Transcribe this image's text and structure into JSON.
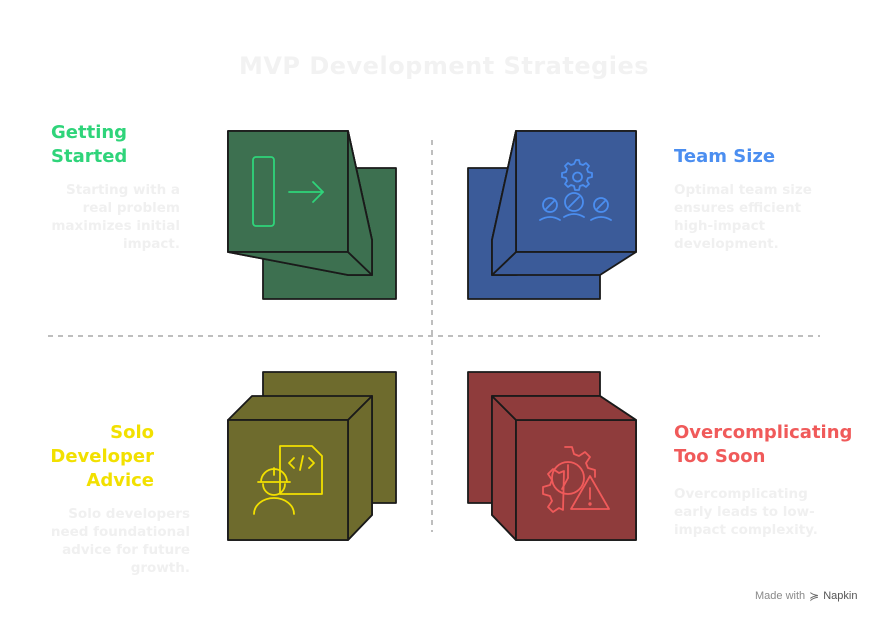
{
  "title": "MVP Development Strategies",
  "quadrants": [
    {
      "heading_lines": [
        "Getting",
        "Started"
      ],
      "description_lines": [
        "Starting with a",
        "real problem",
        "maximizes initial",
        "impact."
      ],
      "color": "#3d7050",
      "accent": "#2fd47a",
      "icon": "enter-icon"
    },
    {
      "heading_lines": [
        "Team Size"
      ],
      "description_lines": [
        "Optimal team size",
        "ensures efficient",
        "high-impact",
        "development."
      ],
      "color": "#3b5b99",
      "accent": "#4b8ef0",
      "icon": "team-gear-icon"
    },
    {
      "heading_lines": [
        "Solo",
        "Developer",
        "Advice"
      ],
      "description_lines": [
        "Solo developers",
        "need foundational",
        "advice for future",
        "growth."
      ],
      "color": "#6e6b2d",
      "accent": "#f2e000",
      "icon": "developer-code-icon"
    },
    {
      "heading_lines": [
        "Overcomplicating",
        "Too Soon"
      ],
      "description_lines": [
        "Overcomplicating",
        "early leads to low-",
        "impact complexity."
      ],
      "color": "#8f3c3c",
      "accent": "#f05a5a",
      "icon": "gear-warning-icon"
    }
  ],
  "footer": {
    "made_with": "Made with",
    "brand": "Napkin"
  }
}
